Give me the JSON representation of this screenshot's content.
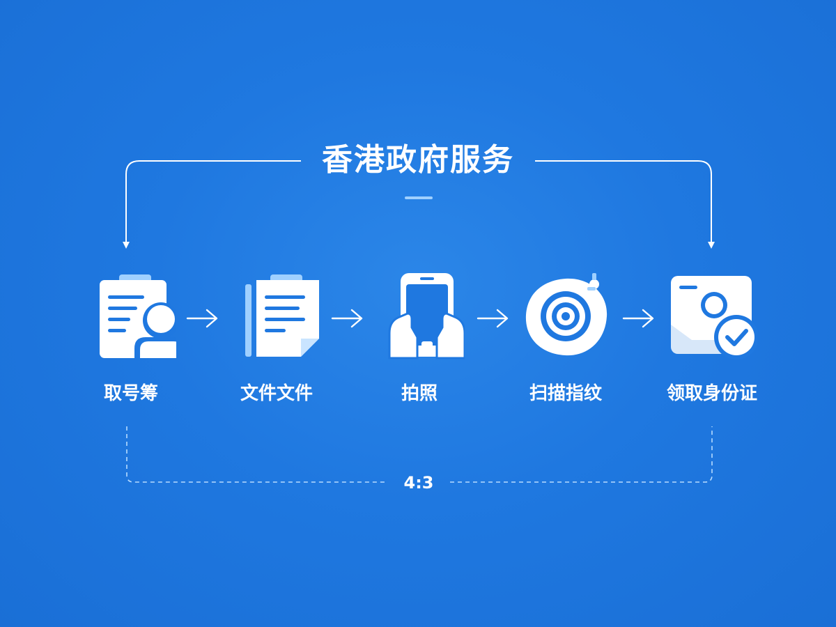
{
  "title": "香港政府服务",
  "steps": [
    {
      "label": "取号筹",
      "icon": "queue-ticket-icon"
    },
    {
      "label": "文件文件",
      "icon": "document-icon"
    },
    {
      "label": "拍照",
      "icon": "phone-photo-icon"
    },
    {
      "label": "扫描指纹",
      "icon": "fingerprint-scanner-icon"
    },
    {
      "label": "领取身份证",
      "icon": "id-card-check-icon"
    }
  ],
  "ratio_label": "4:3",
  "colors": {
    "background": "#1f78e0",
    "foreground": "#ffffff",
    "accent": "#9fd0ff"
  }
}
